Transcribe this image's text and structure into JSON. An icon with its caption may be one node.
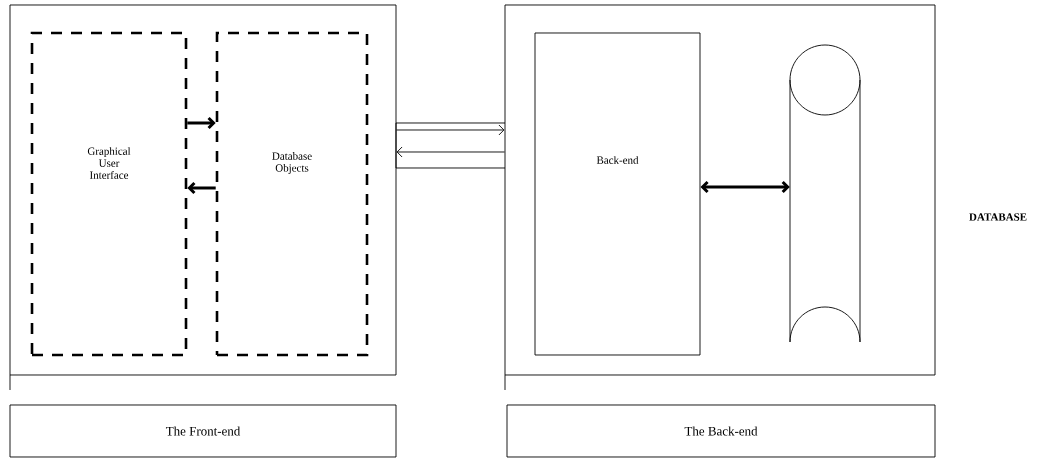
{
  "diagram": {
    "nodes": [
      {
        "text": [],
        "shape": "box"
      },
      {
        "text": [
          "Graphical User Interface"
        ],
        "in": 0
      },
      {
        "text": [
          "Database Objects"
        ],
        "in": 0
      },
      {
        "text": [],
        "shape": "box"
      },
      {
        "text": [
          "Back-end"
        ],
        "in": 3
      },
      {
        "text": [],
        "shape": "cylinder",
        "in": 3
      },
      {
        "text": [
          "The Front-end"
        ]
      },
      {
        "text": [
          "The Back-end"
        ]
      }
    ],
    "edges": [
      {
        "from": 1,
        "to": 2,
        "arrow": "to"
      },
      {
        "from": 2,
        "to": 1,
        "arrow": "to"
      },
      {
        "from": 0,
        "to": 3,
        "arrow": "to"
      },
      {
        "from": 3,
        "to": 0,
        "arrow": "to"
      },
      {
        "from": 4,
        "to": 5,
        "arrow": "both"
      }
    ],
    "labels": [
      "DATABASE"
    ]
  }
}
